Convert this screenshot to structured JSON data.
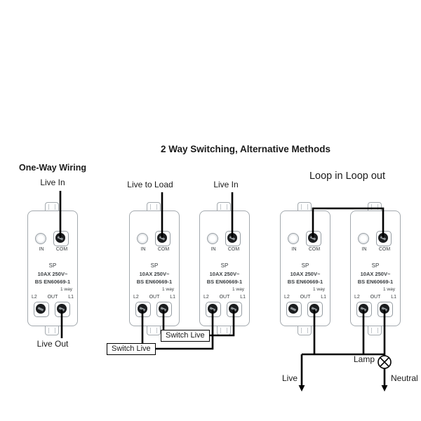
{
  "title": "2 Way Switching, Alternative Methods",
  "one_way": {
    "heading": "One-Way Wiring",
    "live_in": "Live In",
    "live_out": "Live Out"
  },
  "two_way": {
    "live_to_load": "Live to Load",
    "live_in": "Live In",
    "switch_live_1": "Switch Live",
    "switch_live_2": "Switch Live"
  },
  "loop": {
    "heading": "Loop in Loop out",
    "live": "Live",
    "lamp": "Lamp",
    "neutral": "Neutral"
  },
  "module": {
    "in": "IN",
    "com": "COM",
    "sp": "SP",
    "rating": "10AX 250V~",
    "standard": "BS EN60669-1",
    "way": "1 way",
    "l2": "L2",
    "out": "OUT",
    "l1": "L1"
  },
  "colors": {
    "wire": "#000000",
    "outline": "#a3a9ae",
    "screw": "#1b1d1f",
    "text": "#3c4043"
  }
}
